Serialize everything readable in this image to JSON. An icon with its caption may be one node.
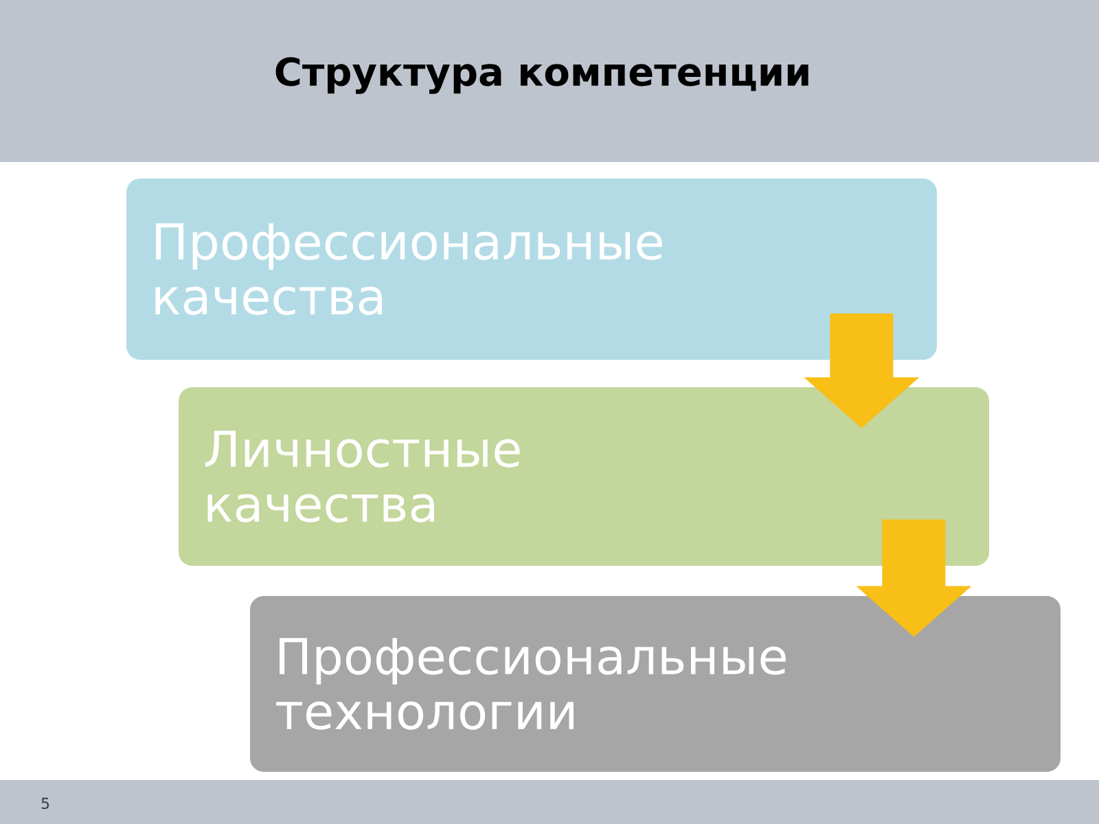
{
  "diagram": {
    "title": "Структура компетенции",
    "nodes": [
      {
        "text": [
          "Профессиональные качества"
        ]
      },
      {
        "text": [
          "Личностные качества"
        ]
      },
      {
        "text": [
          "Профессиональные технологии"
        ]
      }
    ],
    "edges": [
      {
        "from": 0,
        "to": 1,
        "arrow": "to"
      },
      {
        "from": 1,
        "to": 2,
        "arrow": "to"
      }
    ],
    "labels": [
      "5"
    ]
  }
}
